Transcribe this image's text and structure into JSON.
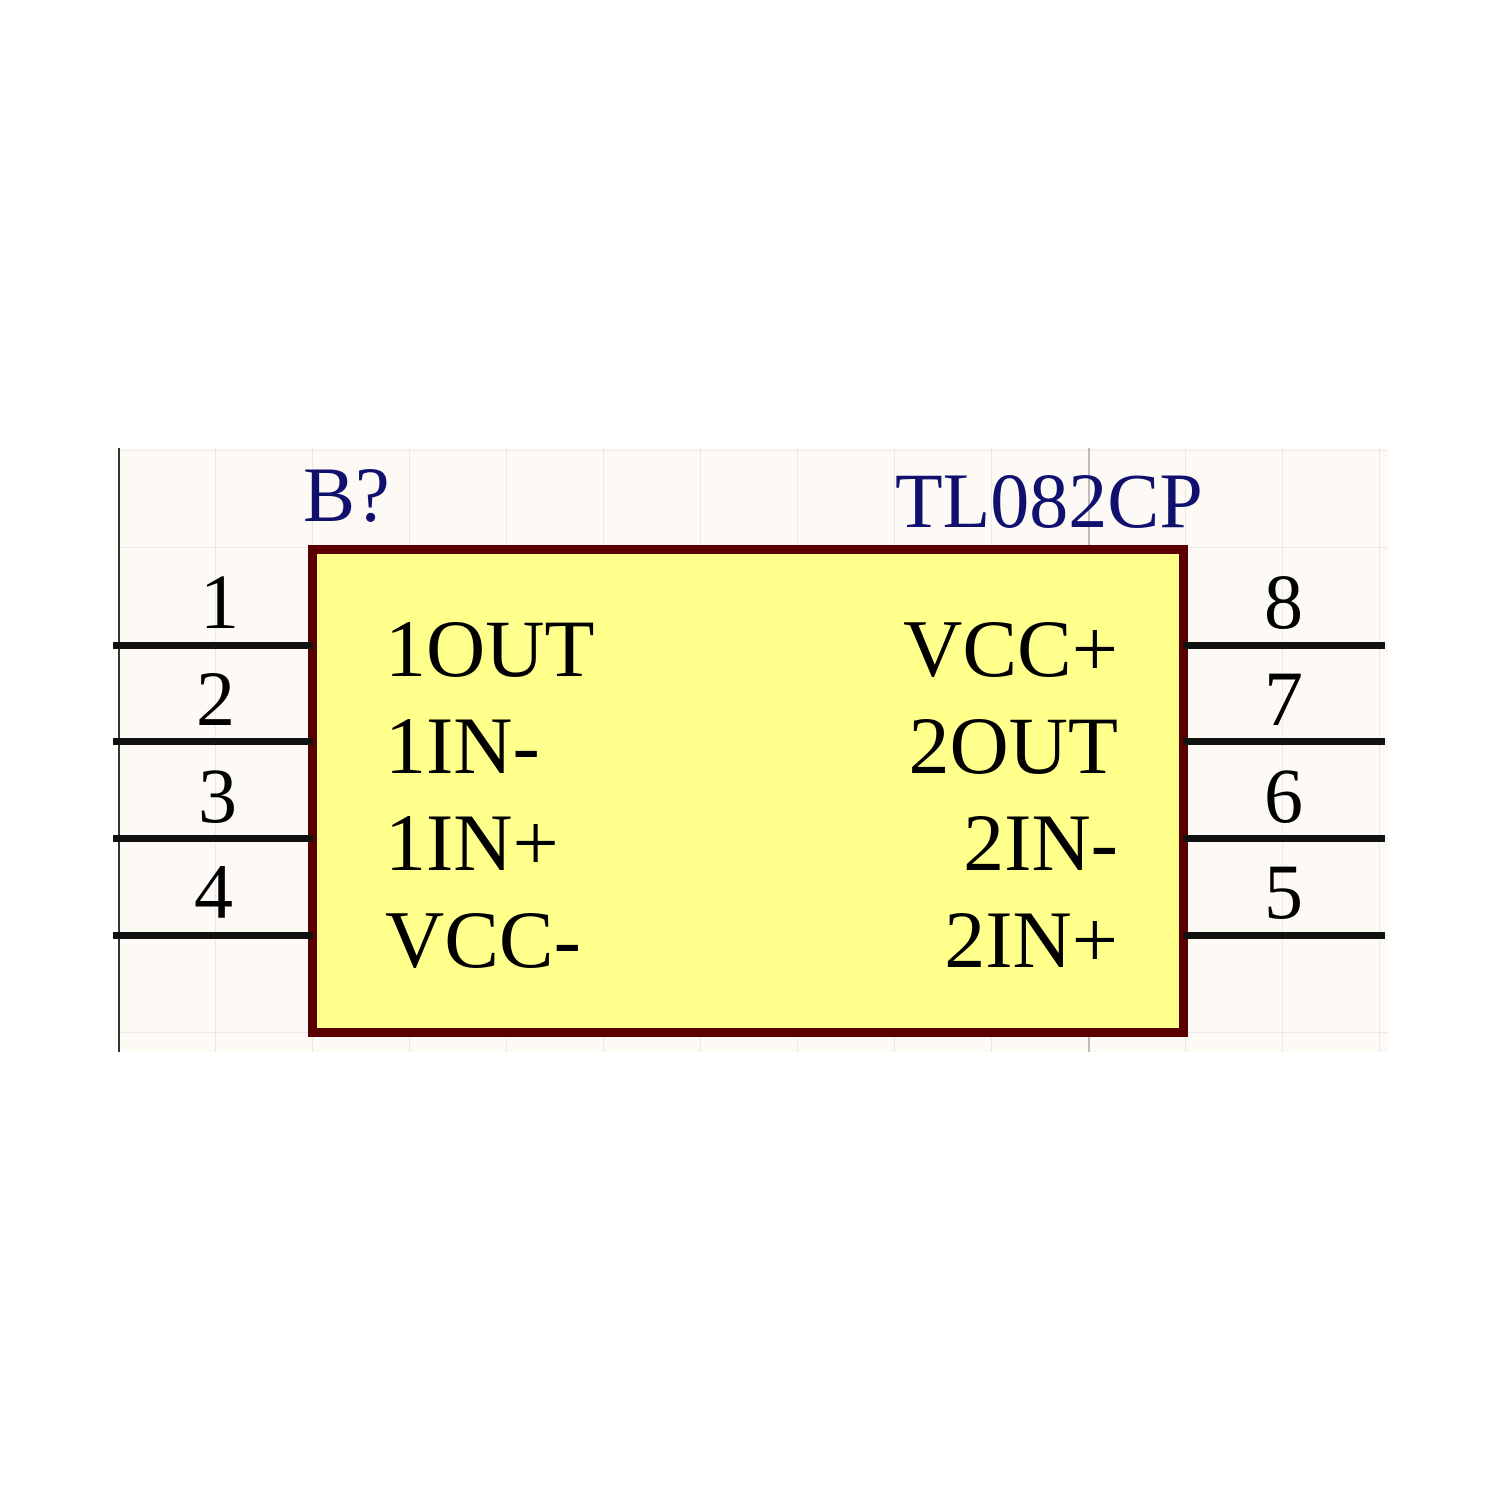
{
  "component": {
    "designator": "B?",
    "part": "TL082CP",
    "colors": {
      "body": "#ffff8c",
      "border": "#5a0000",
      "text": "#10106e"
    }
  },
  "left_pins": [
    {
      "num": "1",
      "name": "1OUT"
    },
    {
      "num": "2",
      "name": "1IN-"
    },
    {
      "num": "3",
      "name": "1IN+"
    },
    {
      "num": "4",
      "name": "VCC-"
    }
  ],
  "right_pins": [
    {
      "num": "8",
      "name": "VCC+"
    },
    {
      "num": "7",
      "name": "2OUT"
    },
    {
      "num": "6",
      "name": "2IN-"
    },
    {
      "num": "5",
      "name": "2IN+"
    }
  ]
}
